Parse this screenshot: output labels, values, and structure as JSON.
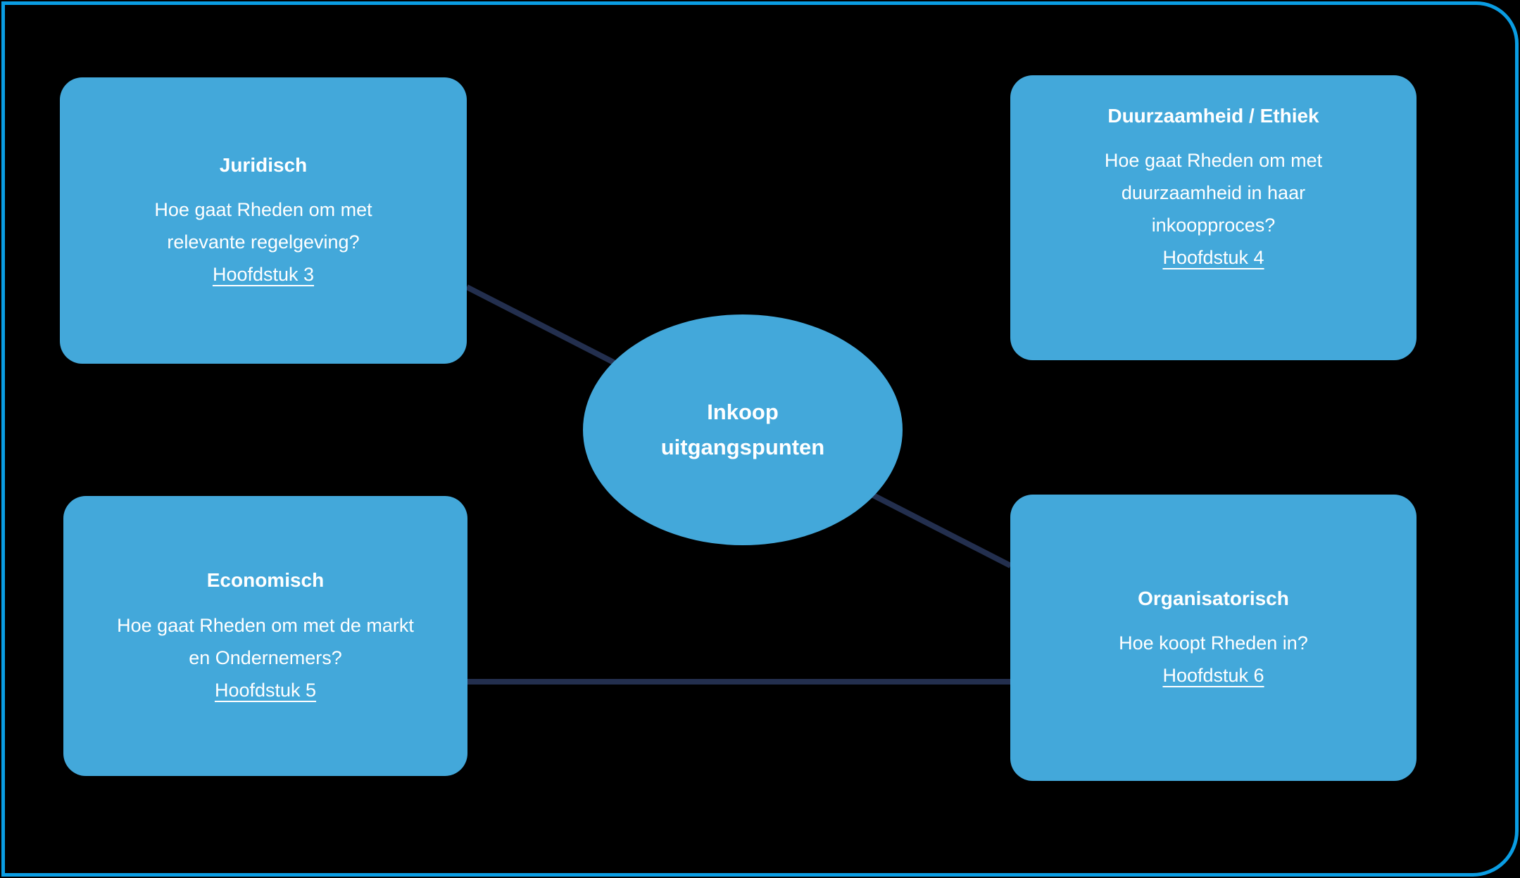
{
  "diagram": {
    "background_color": "#000000",
    "frame_color": "#0a9de3",
    "node_fill_color": "#43a8da",
    "connector_color": "#232f4e",
    "text_color": "#ffffff",
    "center": {
      "label": "Inkoop\nuitgangspunten"
    },
    "boxes": {
      "juridisch": {
        "title": "Juridisch",
        "question": "Hoe gaat Rheden om met\nrelevante regelgeving?",
        "chapter": "Hoofdstuk 3"
      },
      "duurzaamheid": {
        "title": "Duurzaamheid / Ethiek",
        "question": "Hoe gaat Rheden om met\nduurzaamheid in haar\ninkoopproces?",
        "chapter": "Hoofdstuk 4"
      },
      "economisch": {
        "title": "Economisch",
        "question": "Hoe gaat Rheden om met de markt\nen Ondernemers?",
        "chapter": "Hoofdstuk 5"
      },
      "organisatorisch": {
        "title": "Organisatorisch",
        "question": "Hoe koopt Rheden in?",
        "chapter": "Hoofdstuk 6"
      }
    }
  }
}
